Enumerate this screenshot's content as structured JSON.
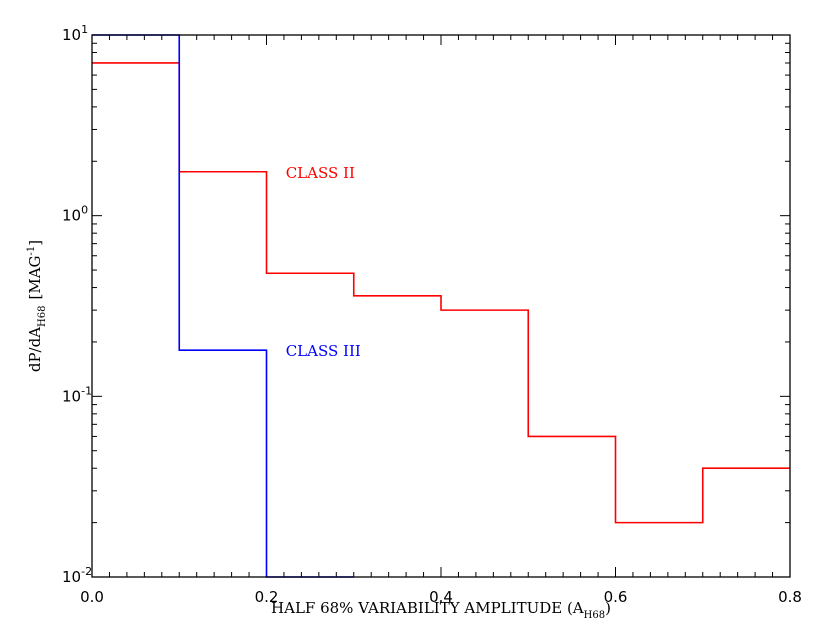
{
  "chart_data": {
    "type": "line",
    "step": true,
    "xlabel": "HALF 68% VARIABILITY AMPLITUDE (A",
    "xlabel_sub": "H68",
    "xlabel_end": ")",
    "ylabel": "dP/dA",
    "ylabel_sub": "H68",
    "ylabel_units": "[MAG",
    "ylabel_units_sup": "-1",
    "ylabel_units_end": "]",
    "xlim": [
      0.0,
      0.8
    ],
    "ylim": [
      0.01,
      10
    ],
    "yscale": "log",
    "grid": false,
    "x_ticks": [
      {
        "v": 0.0,
        "label": "0.0"
      },
      {
        "v": 0.2,
        "label": "0.2"
      },
      {
        "v": 0.4,
        "label": "0.4"
      },
      {
        "v": 0.6,
        "label": "0.6"
      },
      {
        "v": 0.8,
        "label": "0.8"
      }
    ],
    "y_ticks": [
      {
        "v": 0.01,
        "base": "10",
        "exp": "-2"
      },
      {
        "v": 0.1,
        "base": "10",
        "exp": "-1"
      },
      {
        "v": 1,
        "base": "10",
        "exp": "0"
      },
      {
        "v": 10,
        "base": "10",
        "exp": "1"
      }
    ],
    "bin_edges": [
      0.0,
      0.1,
      0.2,
      0.3,
      0.4,
      0.5,
      0.6,
      0.7,
      0.8
    ],
    "series": [
      {
        "name": "CLASS II",
        "color": "#ff0000",
        "values": [
          7.0,
          1.75,
          0.48,
          0.36,
          0.3,
          0.06,
          0.02,
          0.04
        ]
      },
      {
        "name": "CLASS III",
        "color": "#0000ff",
        "values": [
          10.0,
          0.18,
          0.01
        ]
      }
    ]
  }
}
